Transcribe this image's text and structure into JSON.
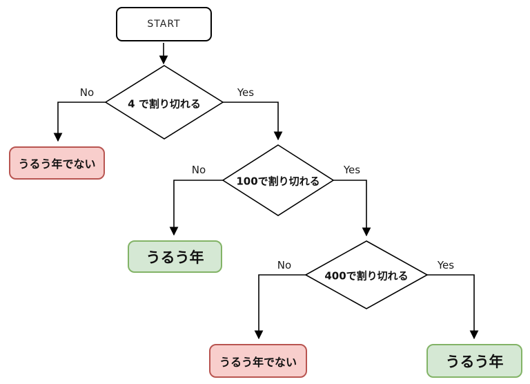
{
  "nodes": {
    "start": {
      "label": "START"
    },
    "decision_div4": {
      "label": "4 で割り切れる"
    },
    "decision_div100": {
      "label": "100で割り切れる"
    },
    "decision_div400": {
      "label": "400で割り切れる"
    },
    "not_leap_first": {
      "label": "うるう年でない"
    },
    "leap_first": {
      "label": "うるう年"
    },
    "not_leap_second": {
      "label": "うるう年でない"
    },
    "leap_second": {
      "label": "うるう年"
    }
  },
  "edge_labels": {
    "d1_no": "No",
    "d1_yes": "Yes",
    "d2_no": "No",
    "d2_yes": "Yes",
    "d3_no": "No",
    "d3_yes": "Yes"
  },
  "colors": {
    "reject_fill": "#f8cecc",
    "reject_border": "#b85450",
    "accept_fill": "#d5e8d4",
    "accept_border": "#82b366",
    "shape_fill": "#ffffff",
    "line": "#000000"
  }
}
